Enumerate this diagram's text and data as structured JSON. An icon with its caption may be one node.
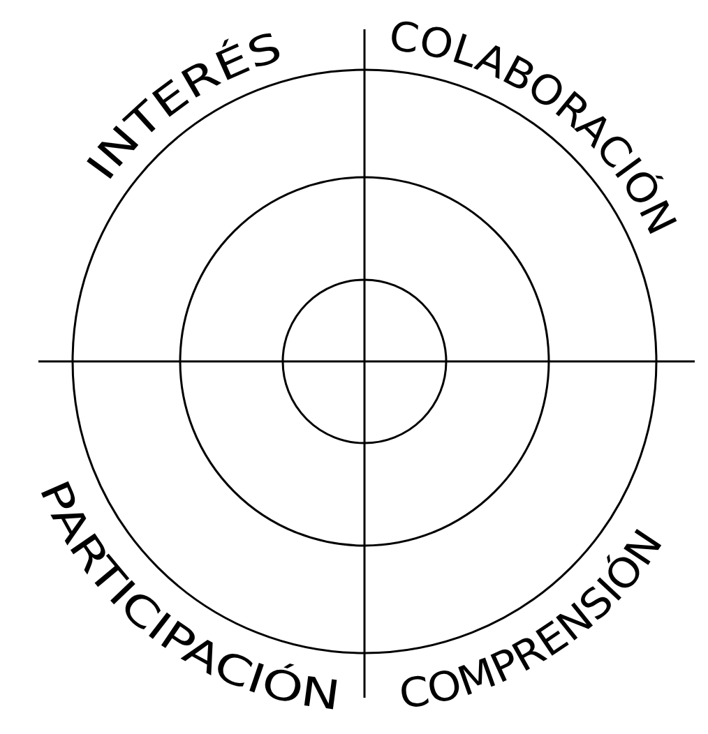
{
  "diagram": {
    "labels": [
      "INTERÉS",
      "COLABORACIÓN",
      "PARTICIPACIÓN",
      "COMPRENSIÓN"
    ]
  }
}
